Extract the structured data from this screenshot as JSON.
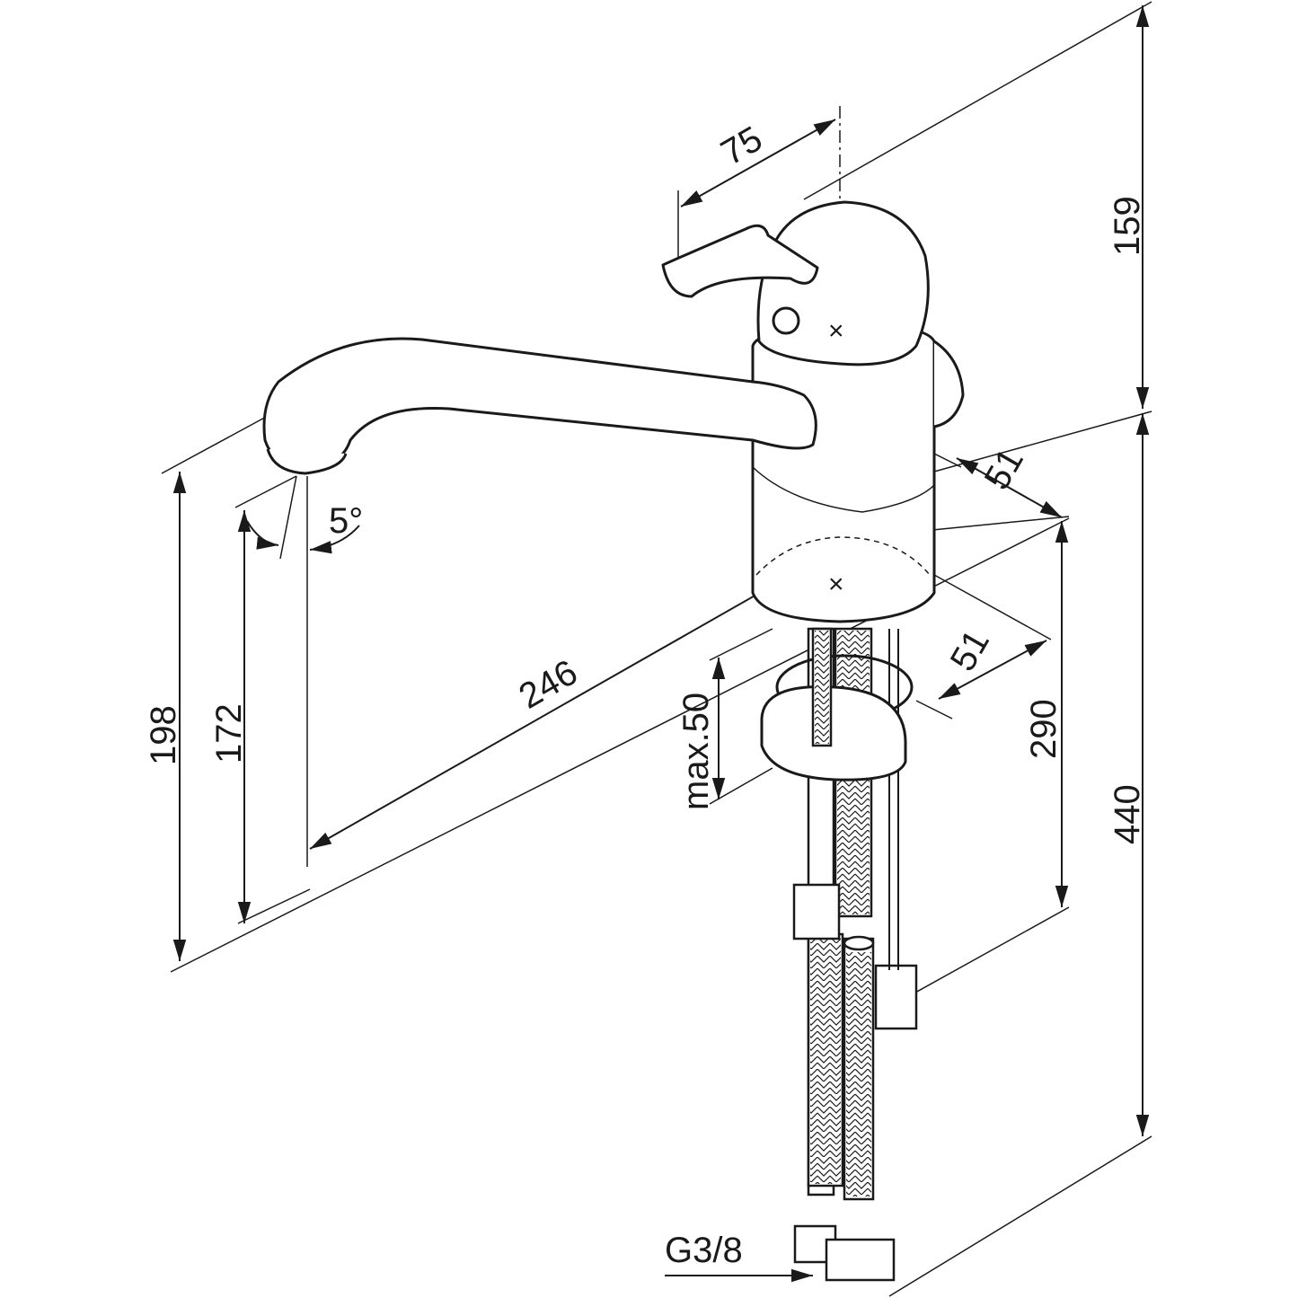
{
  "dimensions": {
    "handle_offset": "75",
    "height_above_spout": "159",
    "total_height": "198",
    "spout_height": "172",
    "spout_angle": "5°",
    "spout_reach": "246",
    "body_diameter_top": "51",
    "body_diameter_bottom": "51",
    "max_deck_thickness": "max.50",
    "hose_length_to_thread": "290",
    "hose_total_length": "440",
    "connection_thread": "G3/8"
  }
}
